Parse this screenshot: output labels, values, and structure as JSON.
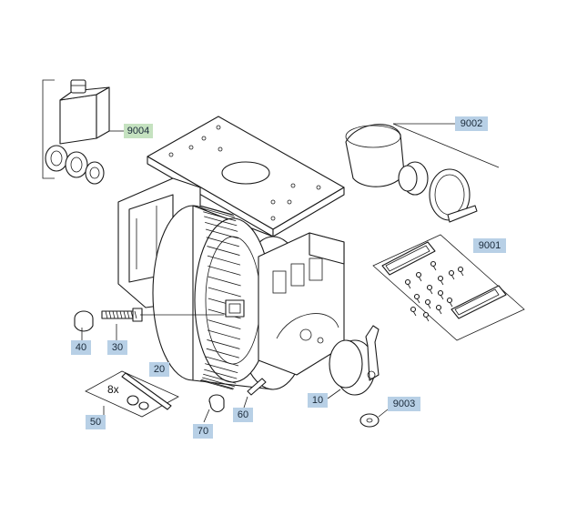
{
  "diagram": {
    "callouts": [
      {
        "id": "9004",
        "label": "9004",
        "kind": "kit"
      },
      {
        "id": "9002",
        "label": "9002",
        "kind": "kit"
      },
      {
        "id": "9001",
        "label": "9001",
        "kind": "kit"
      },
      {
        "id": "9003",
        "label": "9003",
        "kind": "part"
      },
      {
        "id": "10",
        "label": "10",
        "kind": "part"
      },
      {
        "id": "20",
        "label": "20",
        "kind": "part"
      },
      {
        "id": "30",
        "label": "30",
        "kind": "part"
      },
      {
        "id": "40",
        "label": "40",
        "kind": "part"
      },
      {
        "id": "50",
        "label": "50",
        "kind": "part"
      },
      {
        "id": "60",
        "label": "60",
        "kind": "part"
      },
      {
        "id": "70",
        "label": "70",
        "kind": "part"
      }
    ],
    "quantity_note": "8x",
    "colors": {
      "part_tag": "#b8d0e6",
      "kit_tag_9004": "#c5e2c0",
      "line": "#1a1a1a"
    }
  }
}
